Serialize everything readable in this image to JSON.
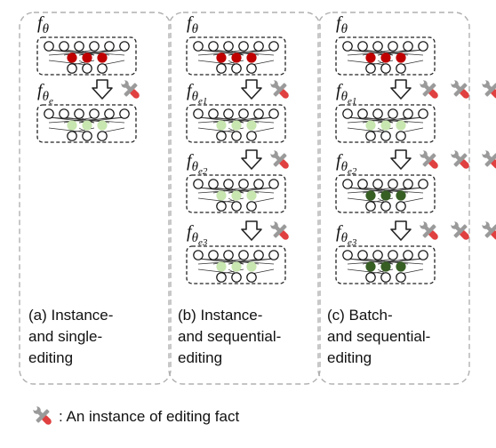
{
  "colors": {
    "red_node": "#c00000",
    "light_green_node": "#c8e6b0",
    "dark_green_node": "#375f24",
    "panel_border": "#b0b0b0",
    "box_border": "#222222",
    "tool_handle": "#e04040",
    "tool_metal": "#9a9a9a"
  },
  "icons": {
    "edit_tool": "wrench-screwdriver-icon",
    "arrow": "down-arrow-icon"
  },
  "panels": [
    {
      "caption_lines": [
        "(a) Instance-",
        "and single-",
        "editing"
      ],
      "rows": [
        {
          "label_base": "f",
          "label_sub": "θ",
          "label_sub2": "",
          "tools": 0,
          "node_color": "red_node"
        },
        {
          "label_base": "f",
          "label_sub": "θ",
          "label_sub2": "e",
          "tools": 1,
          "node_color": "light_green_node"
        }
      ]
    },
    {
      "caption_lines": [
        "(b) Instance-",
        "and sequential-",
        "editing"
      ],
      "rows": [
        {
          "label_base": "f",
          "label_sub": "θ",
          "label_sub2": "",
          "tools": 0,
          "node_color": "red_node"
        },
        {
          "label_base": "f",
          "label_sub": "θ",
          "label_sub2": "e1",
          "tools": 1,
          "node_color": "light_green_node"
        },
        {
          "label_base": "f",
          "label_sub": "θ",
          "label_sub2": "e2",
          "tools": 1,
          "node_color": "light_green_node"
        },
        {
          "label_base": "f",
          "label_sub": "θ",
          "label_sub2": "e3",
          "tools": 1,
          "node_color": "light_green_node"
        }
      ]
    },
    {
      "caption_lines": [
        "(c) Batch-",
        "and sequential-",
        "editing"
      ],
      "rows": [
        {
          "label_base": "f",
          "label_sub": "θ",
          "label_sub2": "",
          "tools": 0,
          "node_color": "red_node"
        },
        {
          "label_base": "f",
          "label_sub": "θ",
          "label_sub2": "e1",
          "tools": 3,
          "node_color": "light_green_node"
        },
        {
          "label_base": "f",
          "label_sub": "θ",
          "label_sub2": "e2",
          "tools": 3,
          "node_color": "dark_green_node"
        },
        {
          "label_base": "f",
          "label_sub": "θ",
          "label_sub2": "e3",
          "tools": 3,
          "node_color": "dark_green_node"
        }
      ]
    }
  ],
  "legend": {
    "text": ": An instance of editing fact"
  }
}
